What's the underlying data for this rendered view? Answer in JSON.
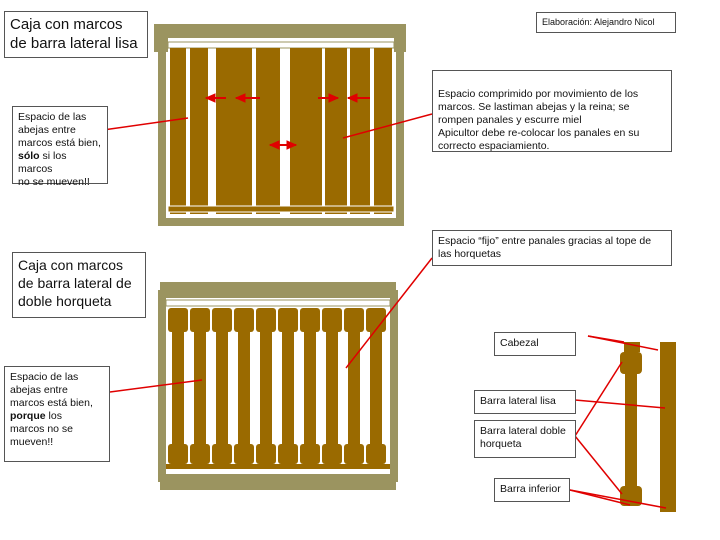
{
  "title_top": "Caja con marcos de barra lateral lisa",
  "credit": "Elaboración:  Alejandro Nicol",
  "note_top_left": {
    "lines": [
      "Espacio de las",
      "abejas entre",
      "marcos está bien,"
    ],
    "emph": "sólo",
    "after_emph": "si los marcos",
    "last": "no se mueven!!"
  },
  "note_top_right": "Espacio comprimido por movimiento de los marcos.  Se lastiman abejas y la reina;  se rompen panales y escurre miel\nApicultor debe re-colocar los panales en su correcto espaciamiento.",
  "title_bottom": "Caja con marcos de barra lateral de doble horqueta",
  "note_fixed_space": "Espacio “fijo” entre panales gracias al tope de las horquetas",
  "note_bottom_left": {
    "lines": [
      "Espacio de las",
      "abejas entre",
      "marcos está bien,"
    ],
    "emph": "porque",
    "after_emph": "los",
    "rest": [
      "marcos no se",
      "mueven!!"
    ]
  },
  "labels": {
    "cabezal": "Cabezal",
    "barra_lisa": "Barra lateral lisa",
    "barra_doble": "Barra lateral doble horqueta",
    "barra_inferior": "Barra inferior"
  },
  "colors": {
    "frame": "#9b9460",
    "wood": "#9a6a00",
    "arrow": "#e00000"
  }
}
